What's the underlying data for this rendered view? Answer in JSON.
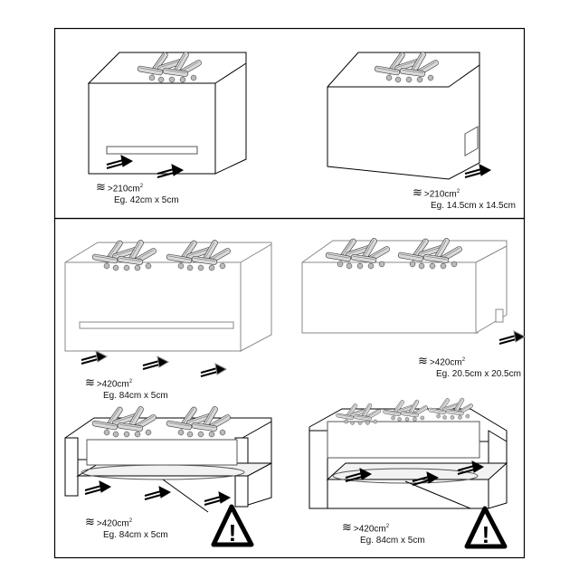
{
  "captions": [
    {
      "area": ">210cm",
      "sup": "2",
      "example": "Eg. 42cm x 5cm"
    },
    {
      "area": ">210cm",
      "sup": "2",
      "example": "Eg. 14.5cm x 14.5cm"
    },
    {
      "area": ">420cm",
      "sup": "2",
      "example": "Eg. 84cm x 5cm"
    },
    {
      "area": ">420cm",
      "sup": "2",
      "example": "Eg. 20.5cm x 20.5cm"
    },
    {
      "area": ">420cm",
      "sup": "2",
      "example": "Eg. 84cm x 5cm"
    },
    {
      "area": ">420cm",
      "sup": "2",
      "example": "Eg. 84cm x 5cm"
    }
  ],
  "icons": {
    "vent": "≋",
    "warning": "!"
  }
}
